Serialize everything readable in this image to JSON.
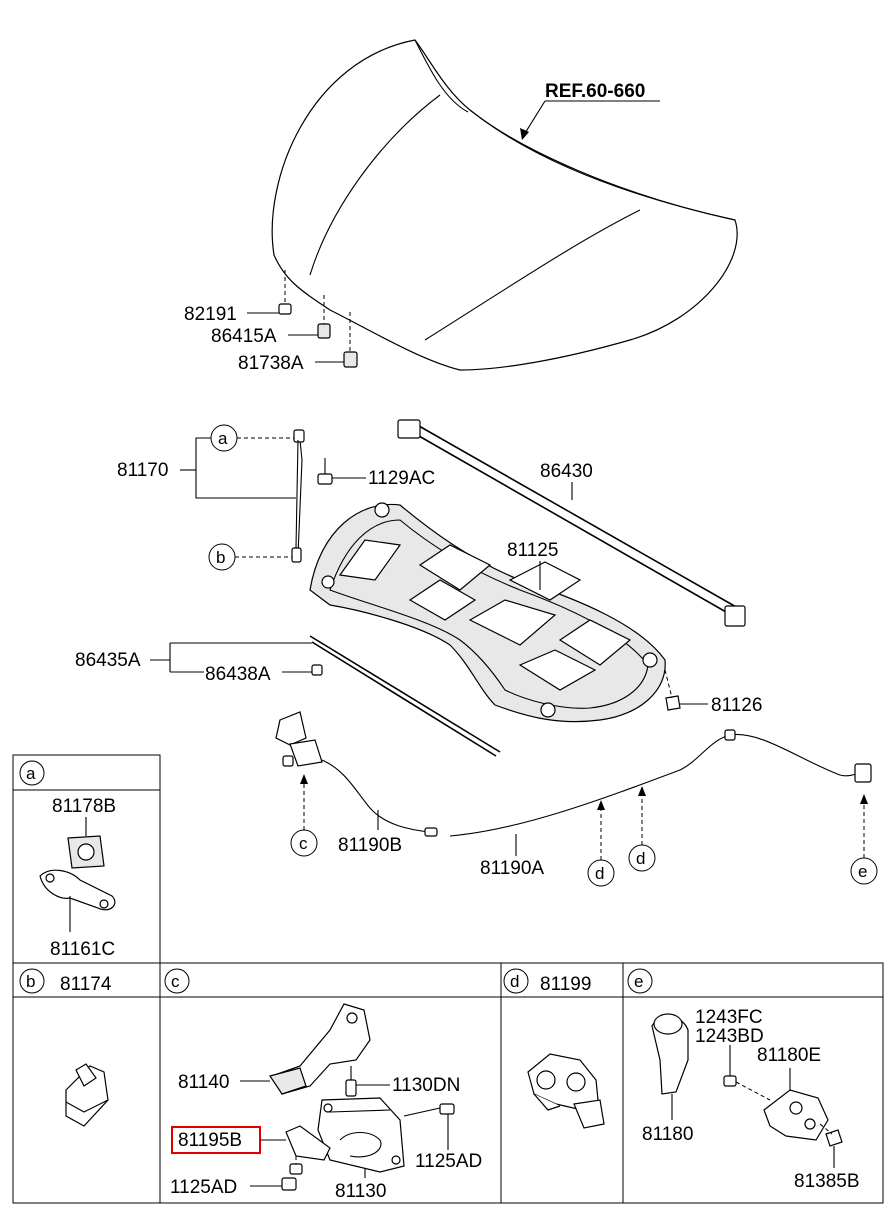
{
  "reference": "REF.60-660",
  "callouts": {
    "c82191": "82191",
    "c86415A": "86415A",
    "c81738A": "81738A",
    "c81170": "81170",
    "c1129AC": "1129AC",
    "c86430": "86430",
    "c81125": "81125",
    "c86435A": "86435A",
    "c86438A": "86438A",
    "c81126": "81126",
    "c81190B": "81190B",
    "c81190A": "81190A"
  },
  "markers": {
    "a": "a",
    "b": "b",
    "c": "c",
    "d": "d",
    "e": "e"
  },
  "detail_a": {
    "letter": "a",
    "part1": "81178B",
    "part2": "81161C"
  },
  "detail_b": {
    "letter": "b",
    "part": "81174"
  },
  "detail_c": {
    "letter": "c",
    "p81140": "81140",
    "p1130DN": "1130DN",
    "p81195B": "81195B",
    "p1125AD_right": "1125AD",
    "p1125AD_left": "1125AD",
    "p81130": "81130",
    "highlight_color": "#e00000"
  },
  "detail_d": {
    "letter": "d",
    "part": "81199"
  },
  "detail_e": {
    "letter": "e",
    "p1243FC": "1243FC",
    "p1243BD": "1243BD",
    "p81180E": "81180E",
    "p81180": "81180",
    "p81385B": "81385B"
  }
}
